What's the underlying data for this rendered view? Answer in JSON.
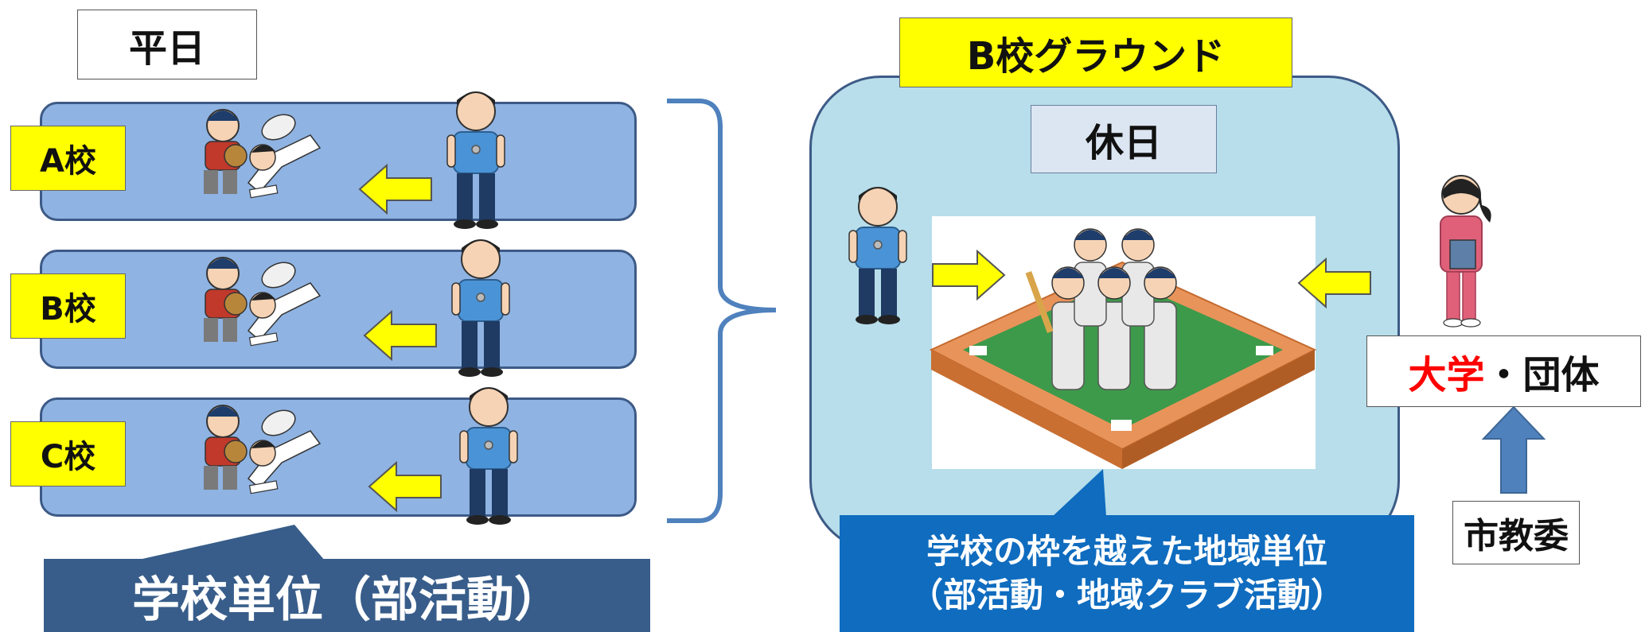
{
  "left": {
    "weekday_label": "平日",
    "schools": [
      "A校",
      "B校",
      "C校"
    ],
    "callout": "学校単位（部活動）"
  },
  "right": {
    "ground_title": "B校グラウンド",
    "holiday_label": "休日",
    "callout_line1": "学校の枠を越えた地域単位",
    "callout_line2": "（部活動・地域クラブ活動）",
    "org_red": "大学",
    "org_rest": "・団体",
    "board": "市教委"
  },
  "colors": {
    "lane_fill": "#8fb3e2",
    "field_fill": "#b7deea",
    "tag_yellow": "#ffff00",
    "callout_navy": "#385d8a",
    "callout_blue": "#0f6cbf",
    "arrow_blue": "#4f81bd",
    "brace_blue": "#4f81bd"
  }
}
